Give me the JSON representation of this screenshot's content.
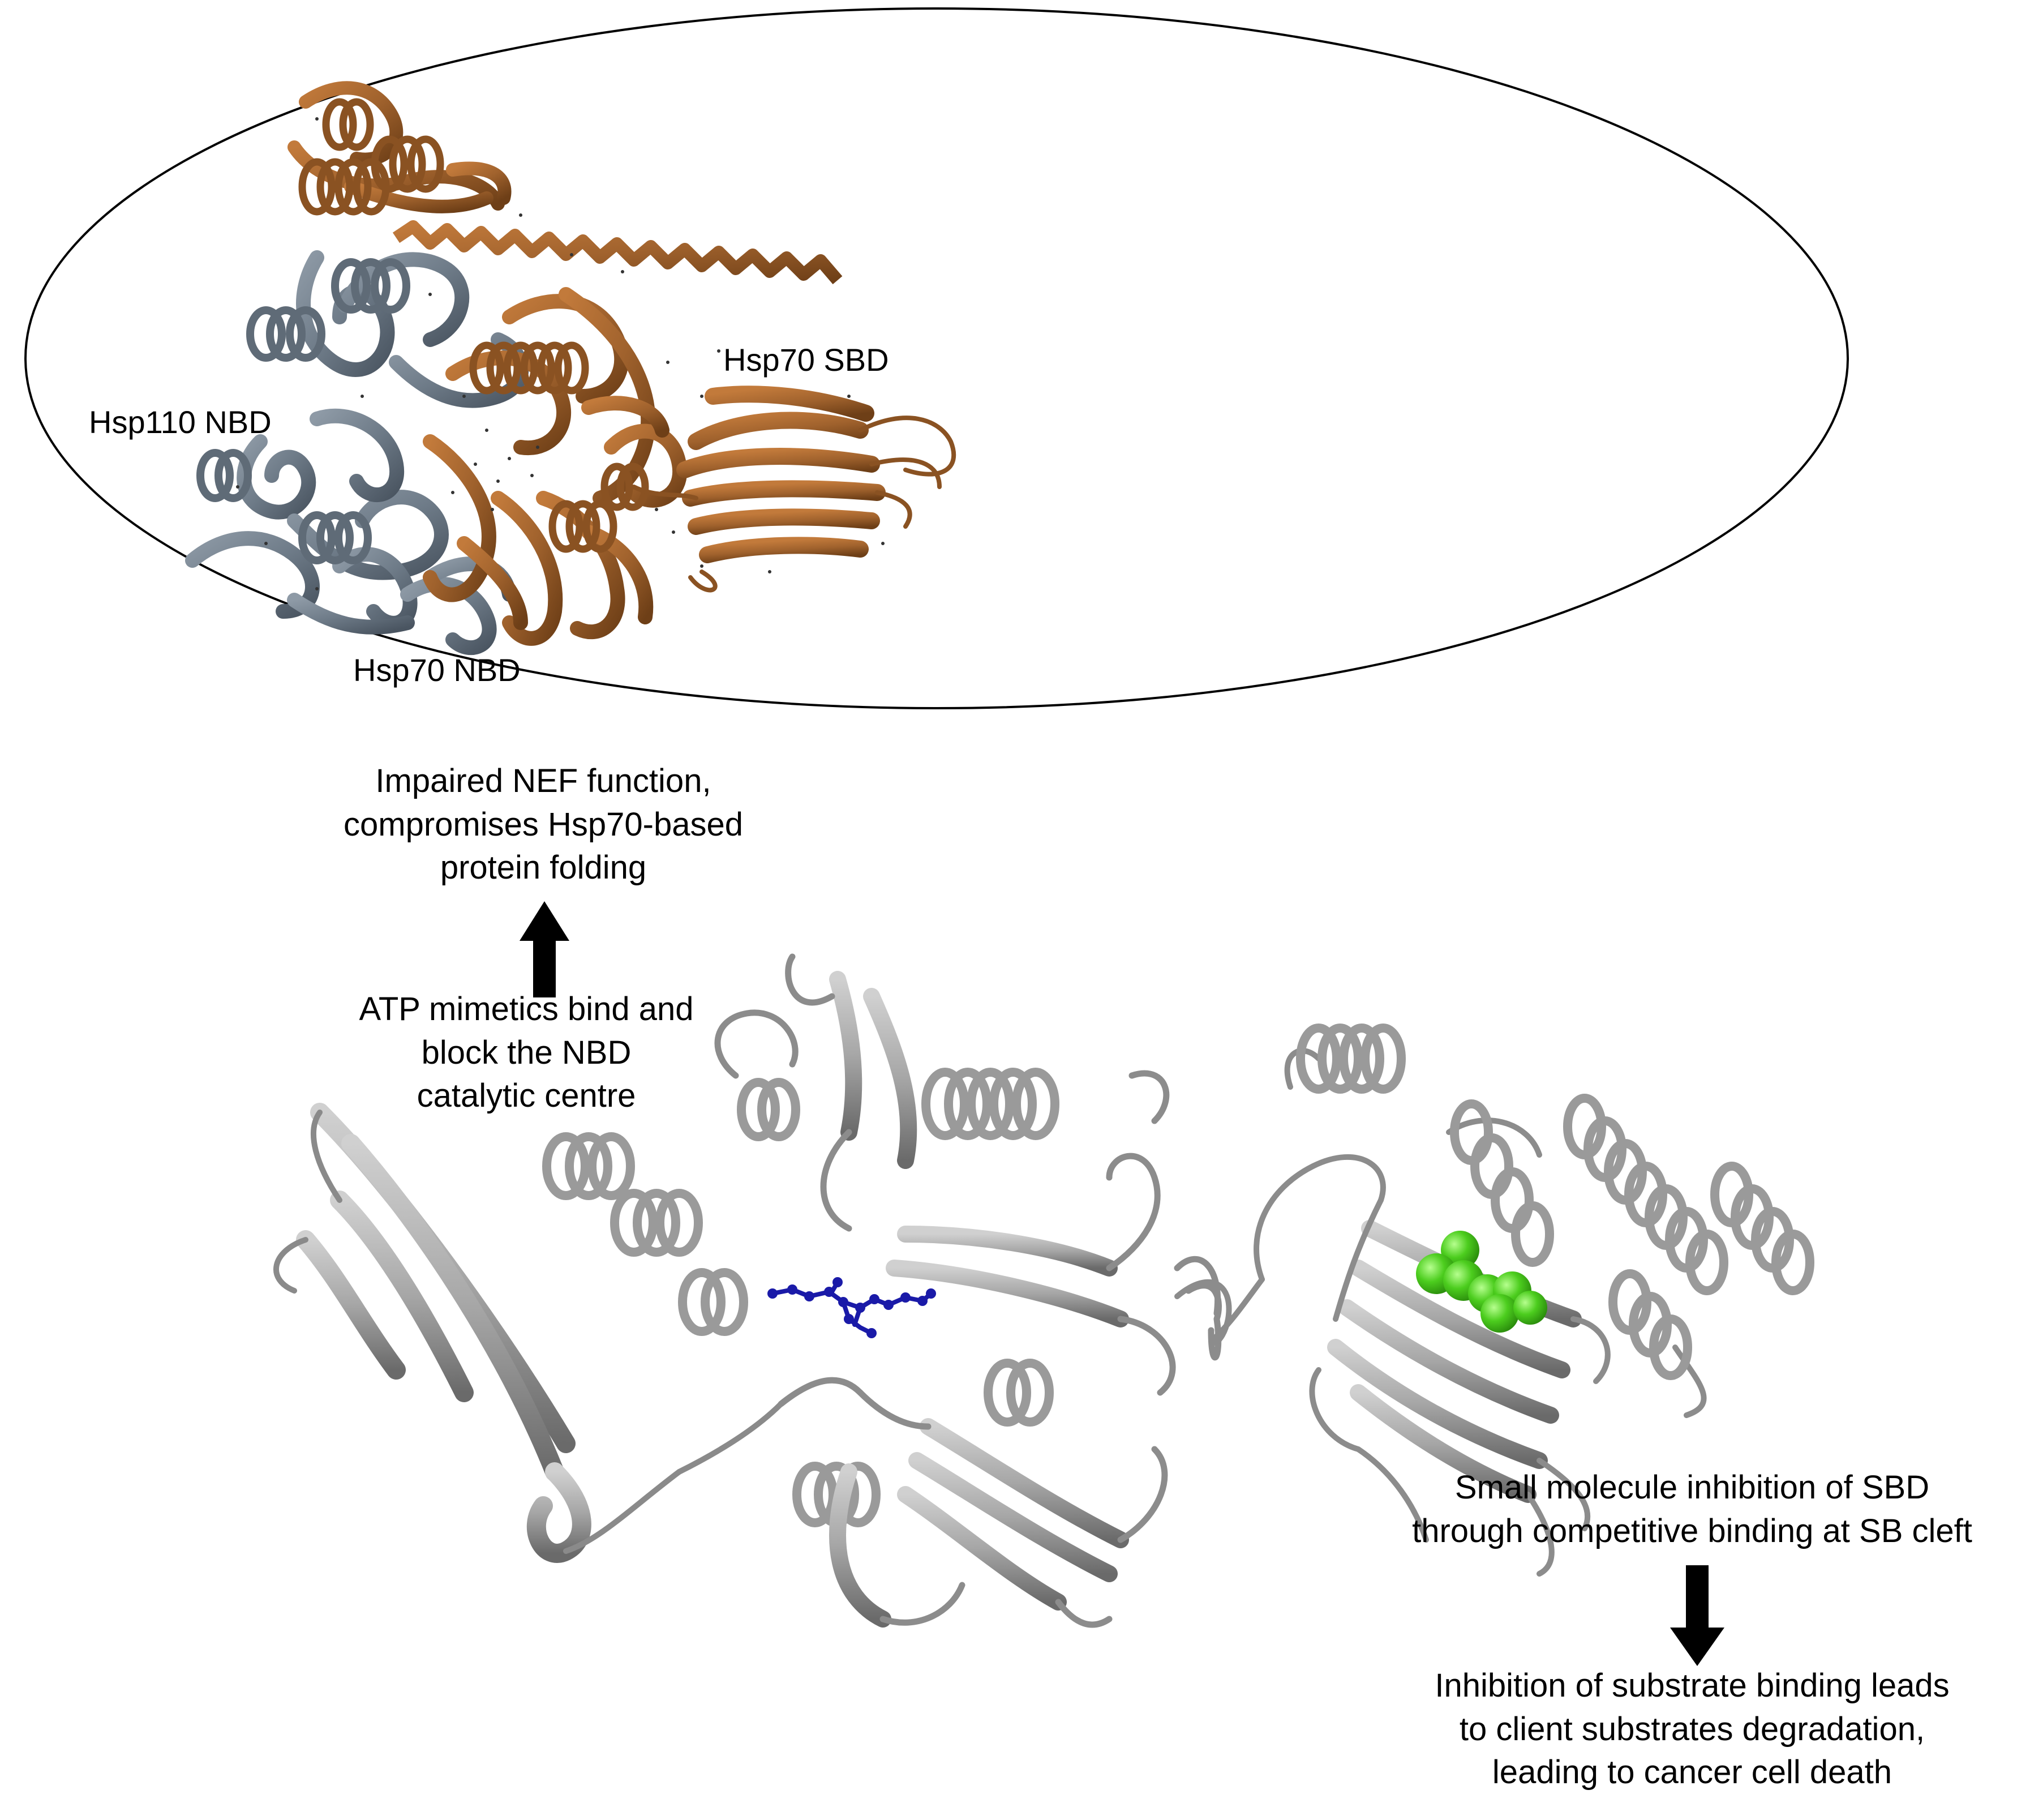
{
  "complex_labels": {
    "hsp110_nbd": "Hsp110 NBD",
    "hsp70_sbd": "Hsp70 SBD",
    "hsp70_nbd": "Hsp70 NBD"
  },
  "captions": {
    "nef": [
      "Impaired NEF function,",
      "compromises Hsp70-based",
      "protein folding"
    ],
    "atp": [
      "ATP mimetics bind and",
      "block the NBD",
      "catalytic centre"
    ],
    "sbd": [
      "Small molecule inhibition of SBD",
      "through competitive binding at SB cleft"
    ],
    "outcome": [
      "Inhibition of substrate binding leads",
      "to client substrates degradation,",
      "leading to cancer cell death"
    ]
  },
  "colors": {
    "hsp110": "#6e7b88",
    "hsp70_complex": "#a0622d",
    "hsp70_free": "#a6a6a6",
    "atp_mimetic": "#1a1aa8",
    "sbd_inhibitor": "#4ccd1e",
    "arrow": "#000000"
  }
}
